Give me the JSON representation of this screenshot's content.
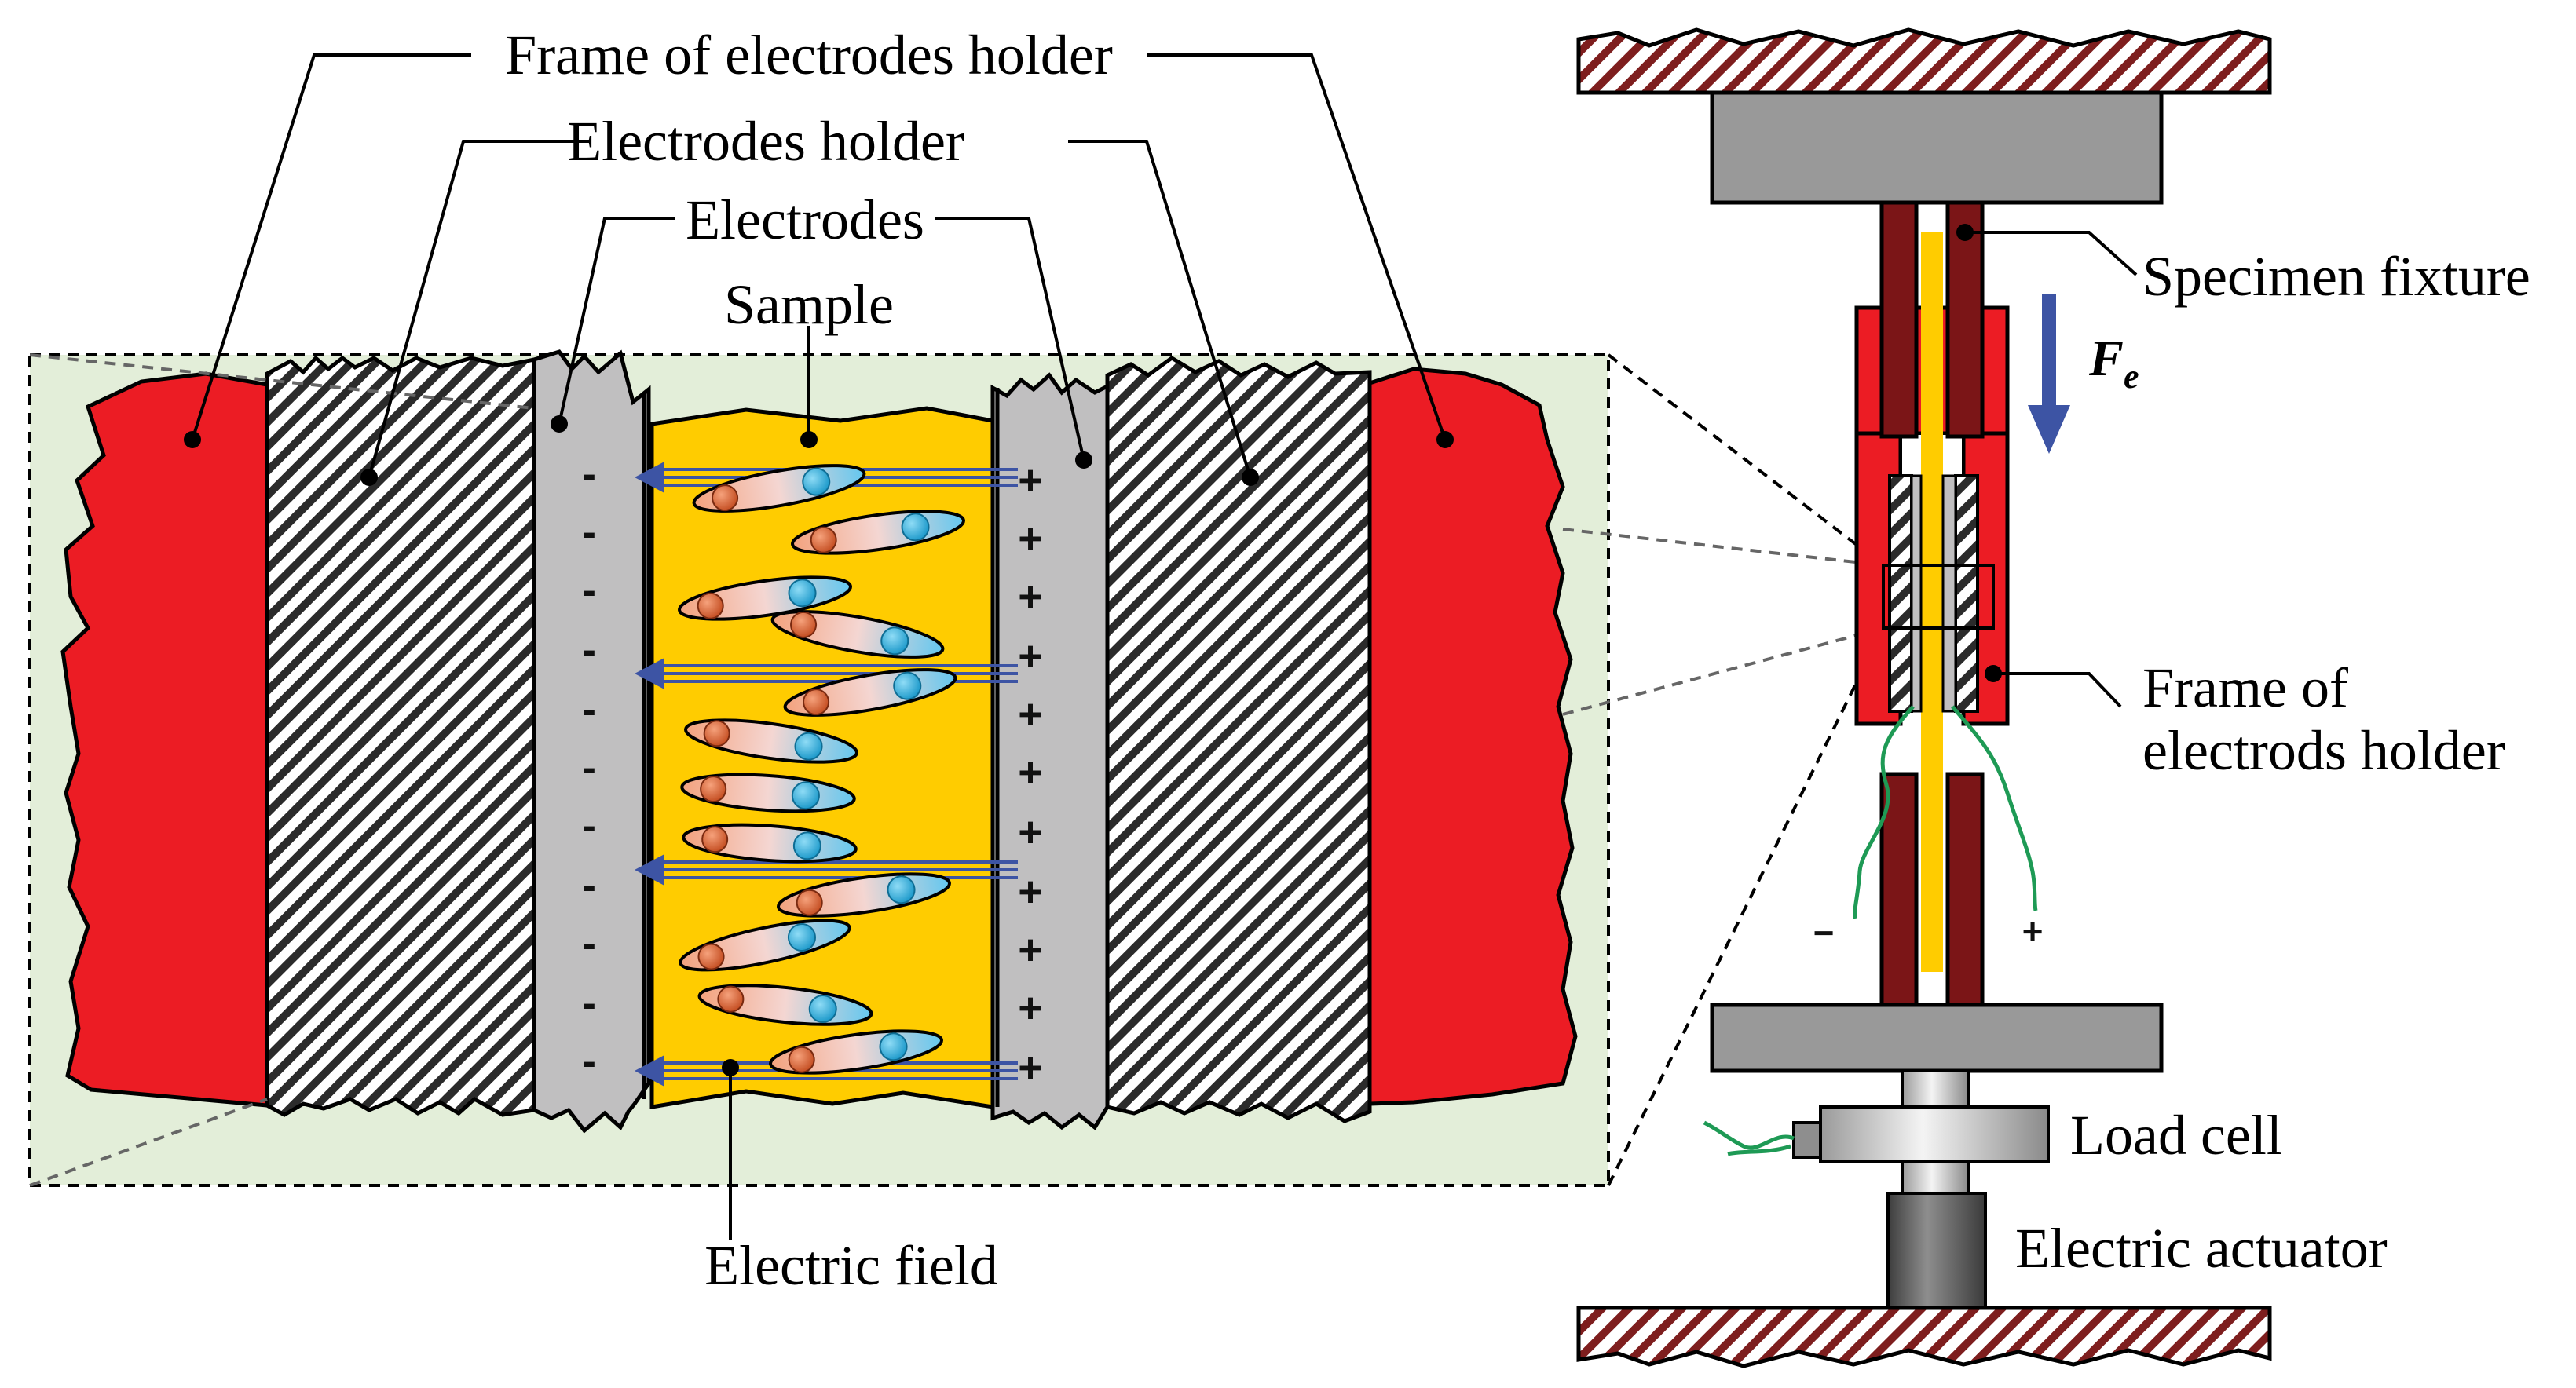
{
  "labels": {
    "frame_of_electrodes_holder": "Frame of electrodes holder",
    "electrodes_holder": "Electrodes holder",
    "electrodes": "Electrodes",
    "sample": "Sample",
    "electric_field": "Electric field",
    "specimen_fixture": "Specimen fixture",
    "fe_main": "F",
    "fe_sub": "e",
    "frame_of_electrods_holder_line1": "Frame of",
    "frame_of_electrods_holder_line2": "electrods holder",
    "load_cell": "Load cell",
    "electric_actuator": "Electric actuator"
  },
  "symbols": {
    "minus": "-",
    "plus": "+",
    "wire_minus": "−",
    "wire_plus": "+"
  },
  "colors": {
    "frame_red": "#ec1c24",
    "sample_yellow": "#ffcc00",
    "electrode_gray": "#c0bfc0",
    "fixture_maroon": "#7b1517",
    "plate_gray": "#999999",
    "background_green": "#e3eed9",
    "field_arrow_blue": "#3d54a4",
    "cation_orange": "#d55a2a",
    "anion_blue": "#1ba7dc",
    "wire_green": "#1e9a55",
    "ground_hatch": "#7e1e1e"
  },
  "icons": {
    "force_arrow": "down-arrow-icon"
  }
}
